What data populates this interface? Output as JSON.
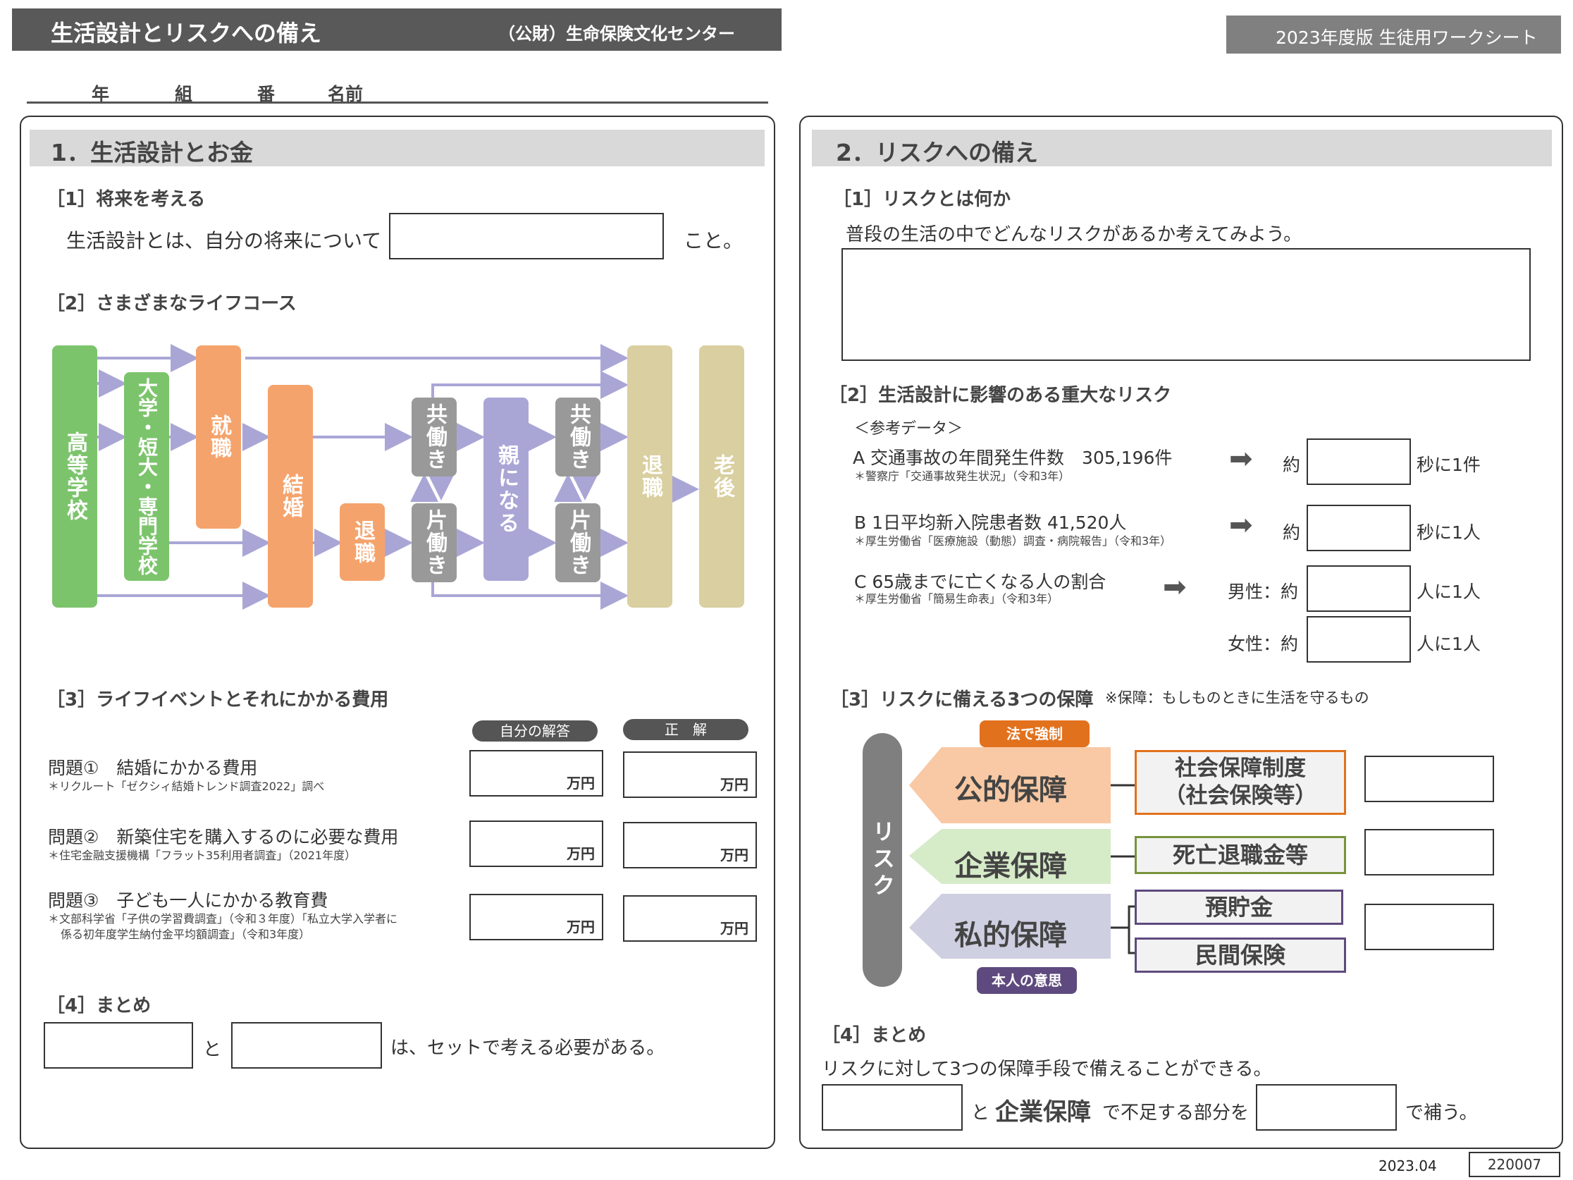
{
  "header": {
    "title": "生活設計とリスクへの備え",
    "org": "（公財）生命保険文化センター",
    "edition": "2023年度版  生徒用ワークシート"
  },
  "student": {
    "year": "年",
    "class": "組",
    "number": "番",
    "name": "名前"
  },
  "left": {
    "section_title": "1．生活設計とお金",
    "q1": {
      "heading": "［1］将来を考える",
      "text_before": "生活設計とは、自分の将来について",
      "text_after": "こと。"
    },
    "q2": {
      "heading": "［2］さまざまなライフコース",
      "stages": {
        "high_school": "高等学校",
        "university": "大学・短大・専門学校",
        "employment": "就職",
        "marriage": "結婚",
        "resign": "退職",
        "dual_income_1": "共働き",
        "single_income_1": "片働き",
        "parent": "親になる",
        "dual_income_2": "共働き",
        "single_income_2": "片働き",
        "retire": "退職",
        "old_age": "老後"
      }
    },
    "q3": {
      "heading": "［3］ライフイベントとそれにかかる費用",
      "col_self": "自分の解答",
      "col_answer": "正　解",
      "unit": "万円",
      "items": [
        {
          "title": "問題①　結婚にかかる費用",
          "source": "＊リクルート「ゼクシィ結婚トレンド調査2022」調べ"
        },
        {
          "title": "問題②　新築住宅を購入するのに必要な費用",
          "source": "＊住宅金融支援機構「フラット35利用者調査」（2021年度）"
        },
        {
          "title": "問題③　子ども一人にかかる教育費",
          "source": "＊文部科学省「子供の学習費調査」（令和３年度）「私立大学入学者に",
          "source2": "係る初年度学生納付金平均額調査」（令和3年度）"
        }
      ]
    },
    "q4": {
      "heading": "［4］まとめ",
      "connector": "と",
      "text_after": "は、セットで考える必要がある。"
    }
  },
  "right": {
    "section_title": "2．リスクへの備え",
    "q1": {
      "heading": "［1］リスクとは何か",
      "prompt": "普段の生活の中でどんなリスクがあるか考えてみよう。"
    },
    "q2": {
      "heading": "［2］生活設計に影響のある重大なリスク",
      "ref": "＜参考データ＞",
      "items": [
        {
          "label": "A 交通事故の年間発生件数　305,196件",
          "source": "＊警察庁「交通事故発生状況」（令和3年）",
          "prefix": "約",
          "suffix": "秒に1件"
        },
        {
          "label": "B  1日平均新入院患者数  41,520人",
          "source": "＊厚生労働省「医療施設（動態）調査・病院報告」（令和3年）",
          "prefix": "約",
          "suffix": "秒に1人"
        },
        {
          "label": "C  65歳までに亡くなる人の割合",
          "source": "＊厚生労働省「簡易生命表」（令和3年）",
          "prefix": "男性：約",
          "suffix": "人に1人"
        },
        {
          "prefix": "女性：約",
          "suffix": "人に1人"
        }
      ]
    },
    "q3": {
      "heading": "［3］リスクに備える3つの保障",
      "note": "※保障：もしものときに生活を守るもの",
      "risk": "リスク",
      "law_badge": "法で強制",
      "will_badge": "本人の意思",
      "public": "公的保障",
      "corporate": "企業保障",
      "private": "私的保障",
      "social_security": "社会保障制度",
      "social_insurance": "（社会保険等）",
      "retirement": "死亡退職金等",
      "savings": "預貯金",
      "private_insurance": "民間保険"
    },
    "q4": {
      "heading": "［4］まとめ",
      "text": "リスクに対して3つの保障手段で備えることができる。",
      "connector": "と",
      "emphasis": "企業保障",
      "middle": "で不足する部分を",
      "end": "で補う。"
    }
  },
  "footer": {
    "date": "2023.04",
    "code": "220007"
  }
}
